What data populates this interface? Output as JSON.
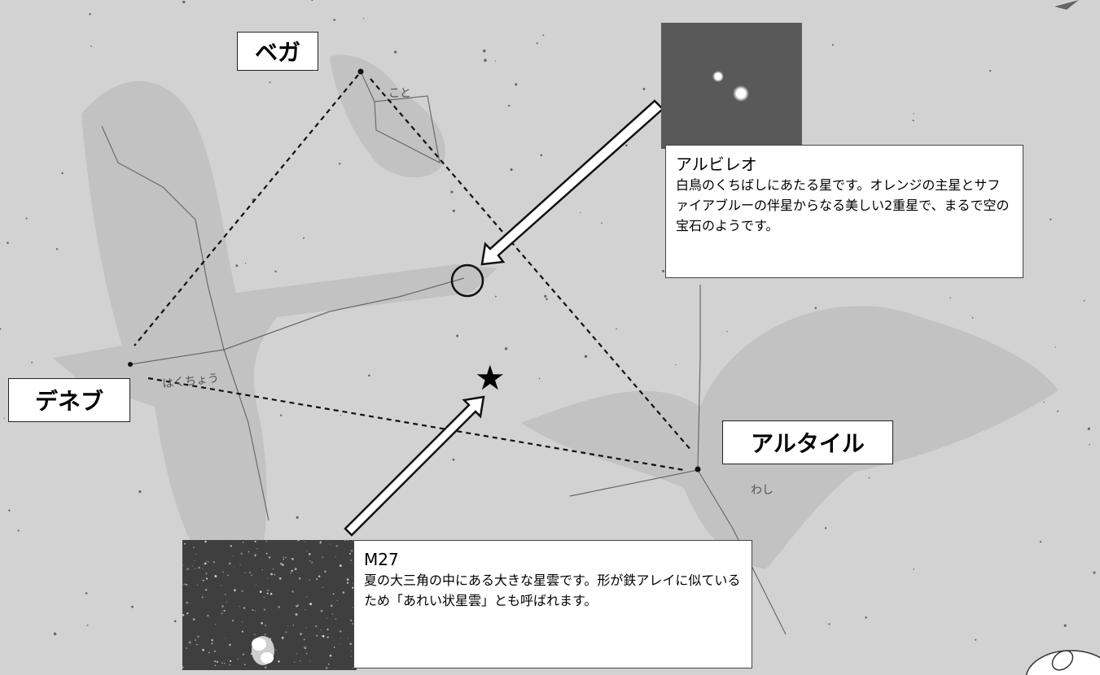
{
  "stars": {
    "vega": "ベガ",
    "deneb": "デネブ",
    "altair": "アルタイル"
  },
  "constellations": {
    "lyra": "こと",
    "cygnus": "はくちょう",
    "aquila": "わし"
  },
  "albireo": {
    "title": "アルビレオ",
    "description": "白鳥のくちばしにあたる星です。オレンジの主星とサファイアブルーの伴星からなる美しい2重星で、まるで空の宝石のようです。"
  },
  "m27": {
    "title": "M27",
    "description": "夏の大三角の中にある大きな星雲です。形が鉄アレイに似ているため「あれい状星雲」とも呼ばれます。"
  },
  "markers": {
    "m27_marker": "★"
  },
  "colors": {
    "sky": "#d2d2d2",
    "figure": "#c4c4c4",
    "line": "#222222"
  }
}
